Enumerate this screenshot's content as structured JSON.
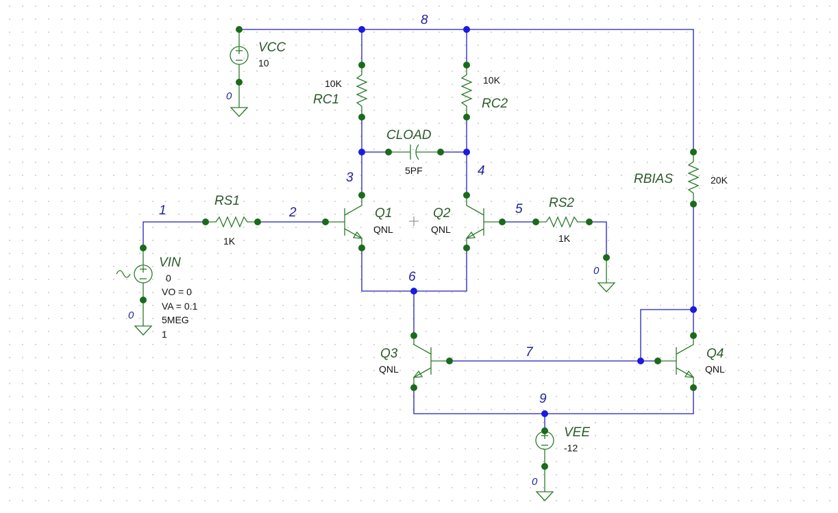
{
  "grid": {
    "dot_color": "#b8b8b8"
  },
  "colors": {
    "wire": "#1f1fb8",
    "part": "#2a7a2a",
    "pin": "#1a6b1a",
    "junction": "#1a1ae0"
  },
  "nets": {
    "n1": "1",
    "n2": "2",
    "n3": "3",
    "n4": "4",
    "n5": "5",
    "n6": "6",
    "n7": "7",
    "n8": "8",
    "n9": "9"
  },
  "grounds": {
    "vcc": "0",
    "vin": "0",
    "rs2": "0",
    "vee": "0"
  },
  "parts": {
    "vcc": {
      "name": "VCC",
      "value": "10"
    },
    "rc1": {
      "name": "RC1",
      "value": "10K"
    },
    "rc2": {
      "name": "RC2",
      "value": "10K"
    },
    "cload": {
      "name": "CLOAD",
      "value": "5PF"
    },
    "rs1": {
      "name": "RS1",
      "value": "1K"
    },
    "rs2": {
      "name": "RS2",
      "value": "1K"
    },
    "q1": {
      "name": "Q1",
      "model": "QNL"
    },
    "q2": {
      "name": "Q2",
      "model": "QNL"
    },
    "q3": {
      "name": "Q3",
      "model": "QNL"
    },
    "q4": {
      "name": "Q4",
      "model": "QNL"
    },
    "rbias": {
      "name": "RBIAS",
      "value": "20K"
    },
    "vin": {
      "name": "VIN",
      "value": "0",
      "vo": "VO = 0",
      "va": "VA = 0.1",
      "freq": "5MEG",
      "td": "1"
    },
    "vee": {
      "name": "VEE",
      "value": "-12"
    }
  }
}
